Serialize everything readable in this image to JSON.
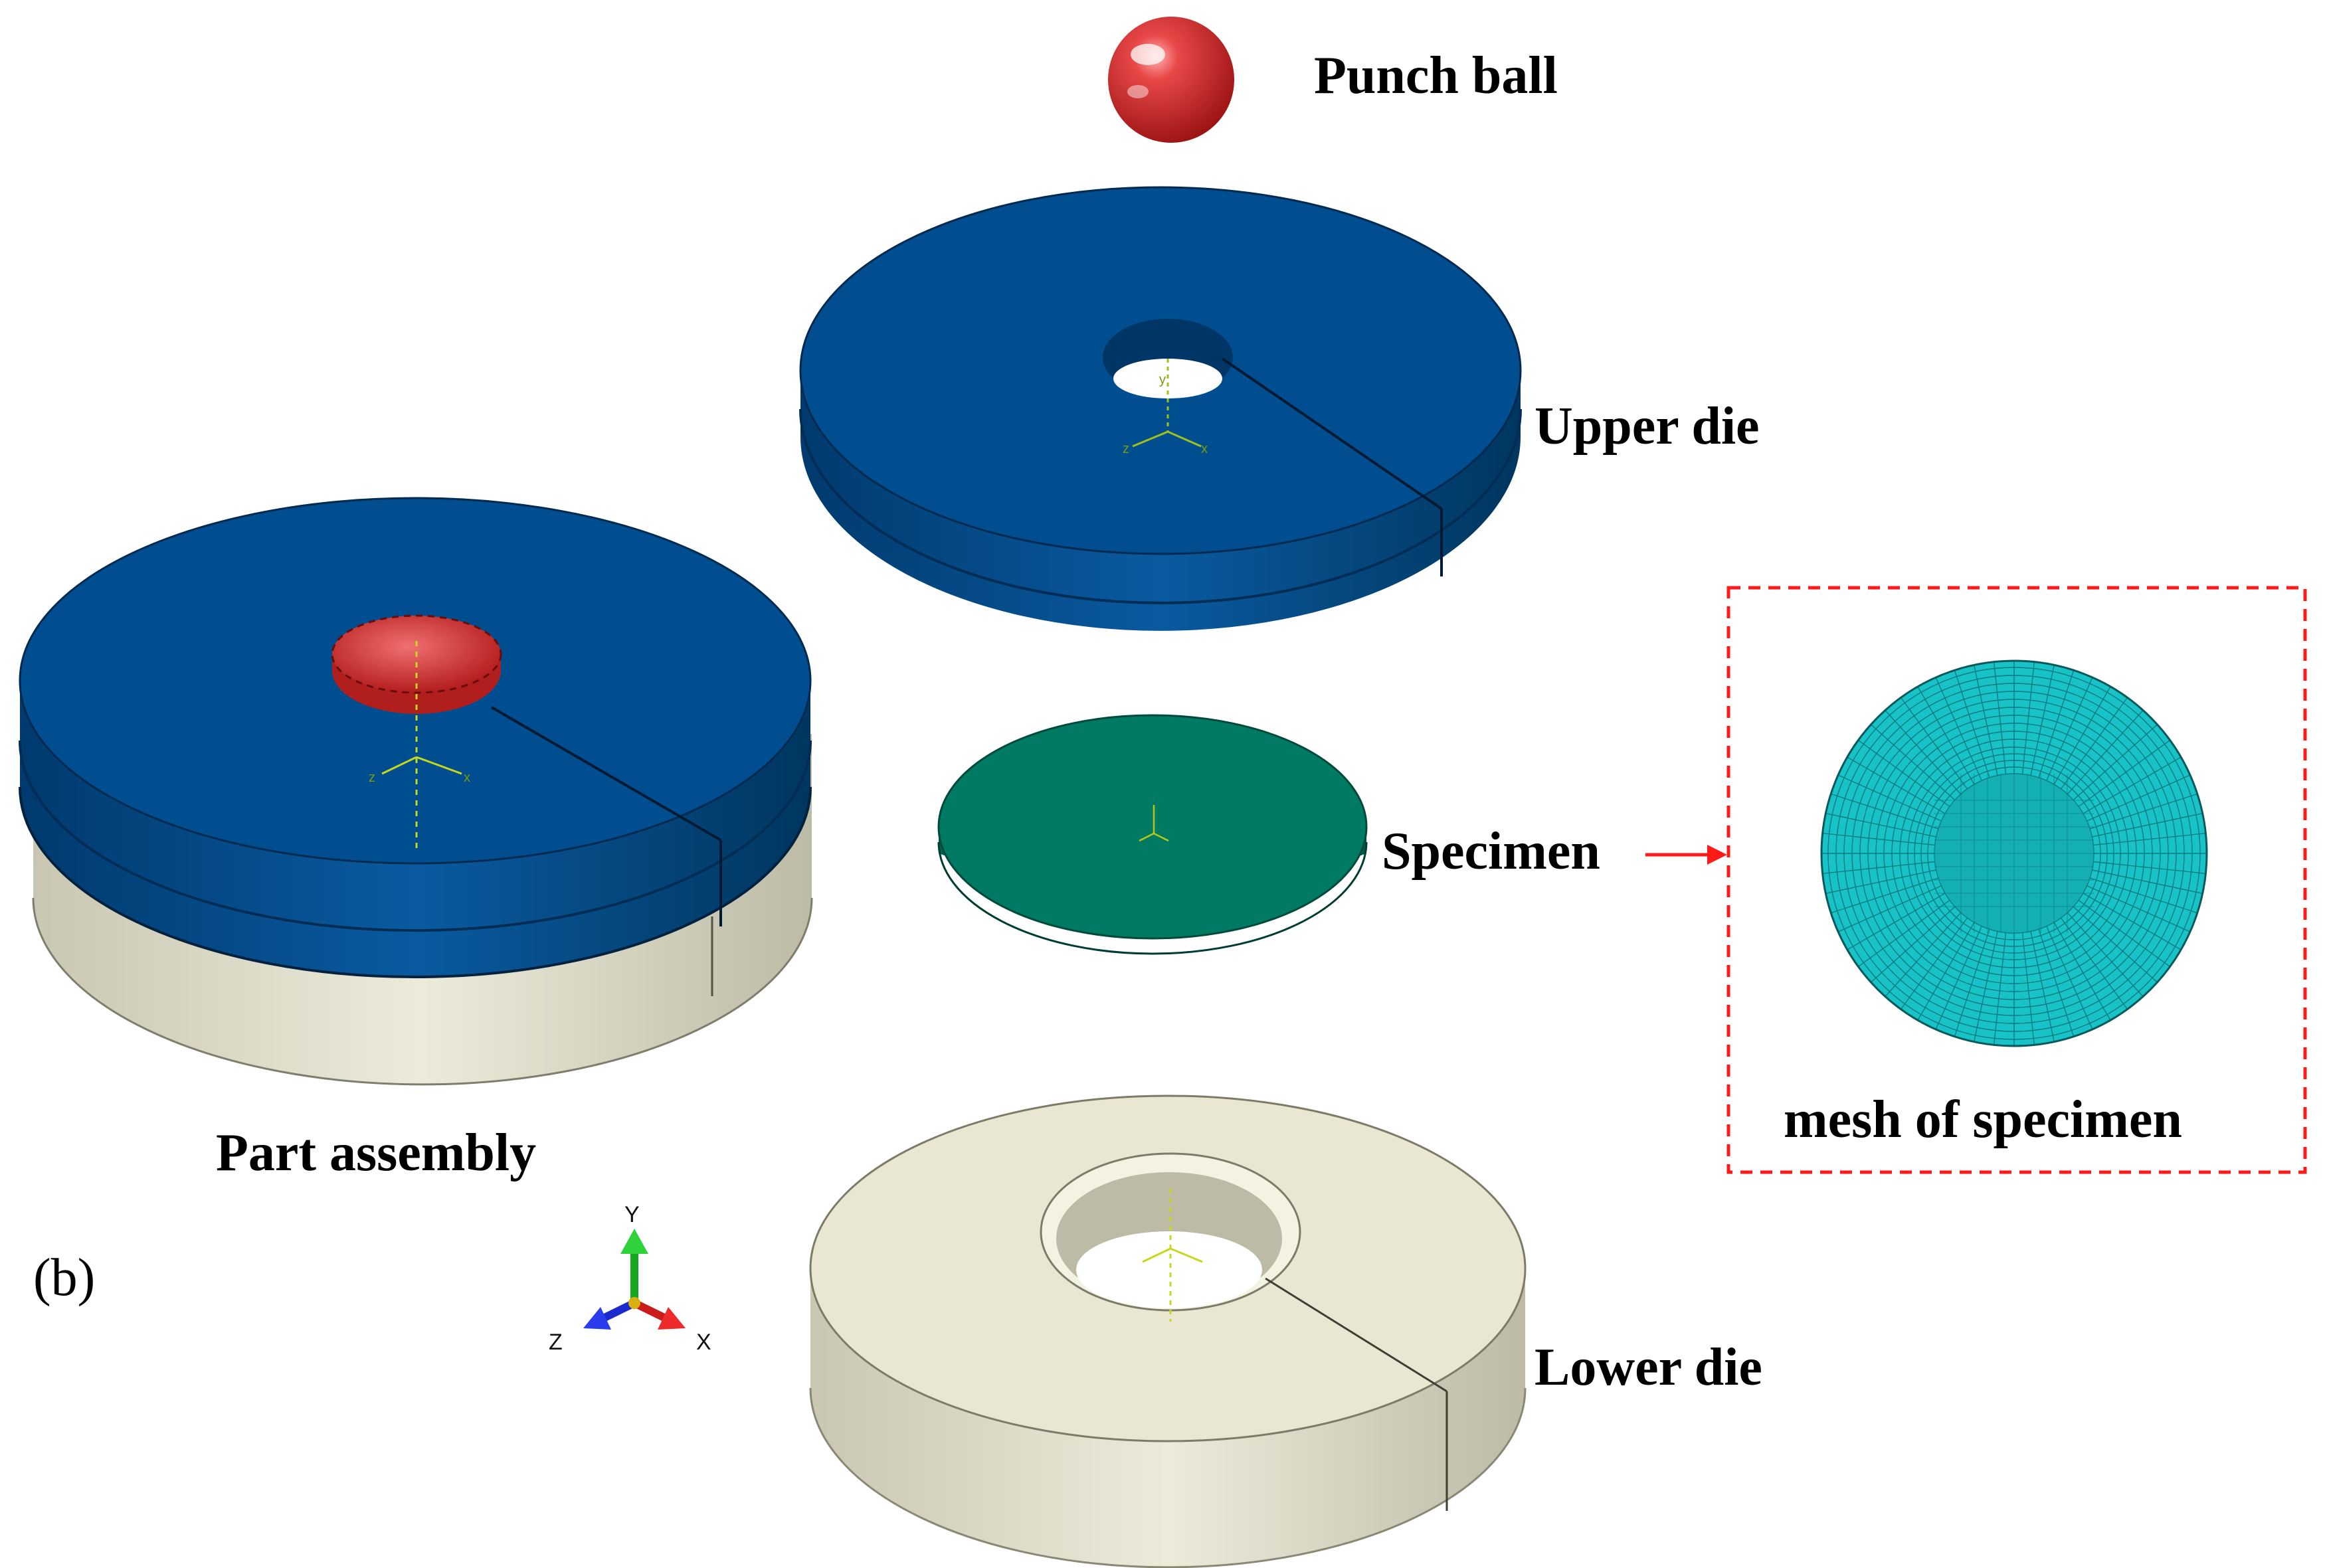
{
  "figure_tag": "(b)",
  "labels": {
    "punch_ball": "Punch ball",
    "upper_die": "Upper die",
    "specimen": "Specimen",
    "lower_die": "Lower die",
    "part_assembly": "Part assembly",
    "mesh": "mesh of specimen"
  },
  "triad": {
    "y": "Y",
    "x": "X",
    "z": "Z"
  },
  "colors": {
    "upper_die": "#004e8f",
    "punch_ball": "#d32d2d",
    "specimen": "#007a63",
    "lower_die": "#e9e7d2",
    "mesh": "#17c3c6",
    "callout": "#ff1a1a"
  }
}
